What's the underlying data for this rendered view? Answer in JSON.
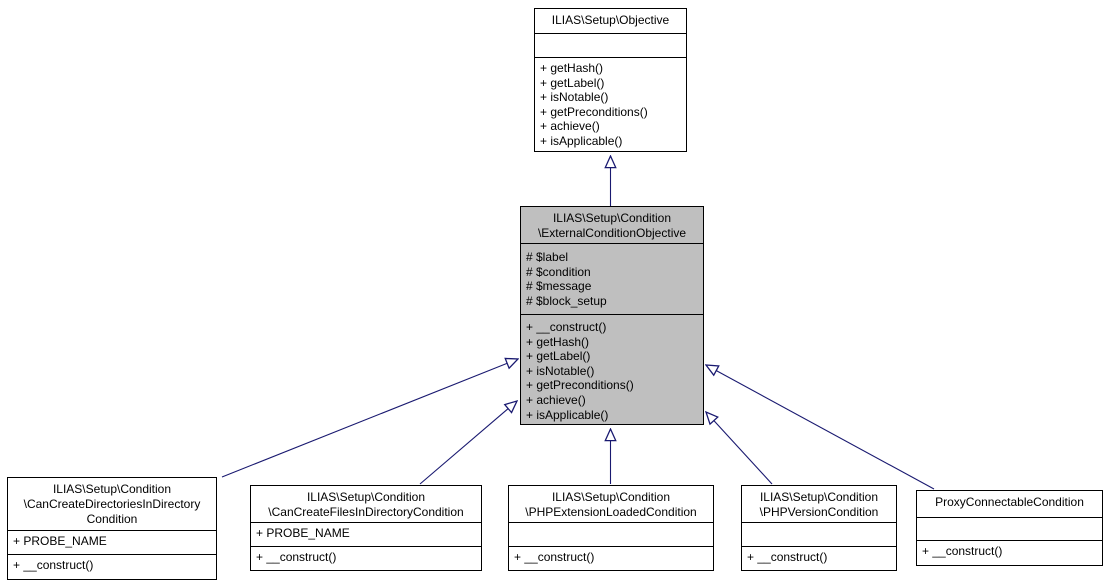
{
  "diagram": {
    "kind": "uml-class-inheritance-graph",
    "colors": {
      "edge": "#191970",
      "highlight_fill": "#bfbfbf",
      "box_fill": "#ffffff",
      "border": "#000000"
    },
    "classes": [
      {
        "id": "objective",
        "name_lines": [
          "ILIAS\\Setup\\Objective"
        ],
        "attributes": [],
        "methods": [
          "+ getHash()",
          "+ getLabel()",
          "+ isNotable()",
          "+ getPreconditions()",
          "+ achieve()",
          "+ isApplicable()"
        ],
        "highlighted": false
      },
      {
        "id": "external-condition-objective",
        "name_lines": [
          "ILIAS\\Setup\\Condition",
          "\\ExternalConditionObjective"
        ],
        "attributes": [
          "# $label",
          "# $condition",
          "# $message",
          "# $block_setup"
        ],
        "methods": [
          "+ __construct()",
          "+ getHash()",
          "+ getLabel()",
          "+ isNotable()",
          "+ getPreconditions()",
          "+ achieve()",
          "+ isApplicable()"
        ],
        "highlighted": true
      },
      {
        "id": "can-create-directories-in-directory-condition",
        "name_lines": [
          "ILIAS\\Setup\\Condition",
          "\\CanCreateDirectoriesInDirectory",
          "Condition"
        ],
        "attributes": [
          "+ PROBE_NAME"
        ],
        "methods": [
          "+ __construct()"
        ],
        "highlighted": false
      },
      {
        "id": "can-create-files-in-directory-condition",
        "name_lines": [
          "ILIAS\\Setup\\Condition",
          "\\CanCreateFilesInDirectoryCondition"
        ],
        "attributes": [
          "+ PROBE_NAME"
        ],
        "methods": [
          "+ __construct()"
        ],
        "highlighted": false
      },
      {
        "id": "php-extension-loaded-condition",
        "name_lines": [
          "ILIAS\\Setup\\Condition",
          "\\PHPExtensionLoadedCondition"
        ],
        "attributes": [],
        "methods": [
          "+ __construct()"
        ],
        "highlighted": false
      },
      {
        "id": "php-version-condition",
        "name_lines": [
          "ILIAS\\Setup\\Condition",
          "\\PHPVersionCondition"
        ],
        "attributes": [],
        "methods": [
          "+ __construct()"
        ],
        "highlighted": false
      },
      {
        "id": "proxy-connectable-condition",
        "name_lines": [
          "ProxyConnectableCondition"
        ],
        "attributes": [],
        "methods": [
          "+ __construct()"
        ],
        "highlighted": false
      }
    ],
    "edges": [
      {
        "from": "ILIAS\\Setup\\Condition\\ExternalConditionObjective",
        "to": "ILIAS\\Setup\\Objective",
        "relation": "inheritance"
      },
      {
        "from": "ILIAS\\Setup\\Condition\\CanCreateDirectoriesInDirectoryCondition",
        "to": "ILIAS\\Setup\\Condition\\ExternalConditionObjective",
        "relation": "inheritance"
      },
      {
        "from": "ILIAS\\Setup\\Condition\\CanCreateFilesInDirectoryCondition",
        "to": "ILIAS\\Setup\\Condition\\ExternalConditionObjective",
        "relation": "inheritance"
      },
      {
        "from": "ILIAS\\Setup\\Condition\\PHPExtensionLoadedCondition",
        "to": "ILIAS\\Setup\\Condition\\ExternalConditionObjective",
        "relation": "inheritance"
      },
      {
        "from": "ILIAS\\Setup\\Condition\\PHPVersionCondition",
        "to": "ILIAS\\Setup\\Condition\\ExternalConditionObjective",
        "relation": "inheritance"
      },
      {
        "from": "ProxyConnectableCondition",
        "to": "ILIAS\\Setup\\Condition\\ExternalConditionObjective",
        "relation": "inheritance"
      }
    ]
  }
}
